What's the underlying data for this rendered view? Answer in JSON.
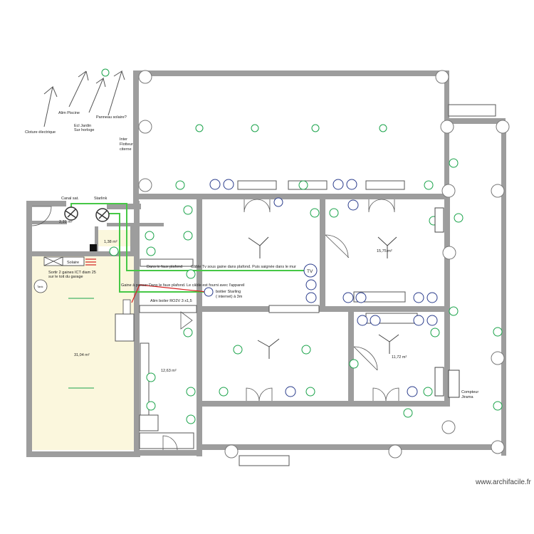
{
  "plan": {
    "annotations": {
      "cloture": "Cloture électrique",
      "alim_piscine": "Alim Piscine",
      "ecl_jardin": "Ecl Jardin",
      "sur_horloge": "Sur horloge",
      "panneau_solaire": "Panneau solaire?",
      "inter": "Inter",
      "flotteur": "Flotteur",
      "citerne": "citerne",
      "canal_sat": "Canal sat.",
      "starlink": "Starlink",
      "solaire": "Solaire",
      "sortir_1": "Sortir 2 gaines ICT diam 25",
      "sortir_2": "sur le toit du garage",
      "faux_plafond": "Dans le faux plafond",
      "cable_tv": "Câble Tv sous gaine dans plafond. Puis saignée dans le mur",
      "tv": "TV",
      "gaine": "Gaine à passer Dans le faux plafond. Le câble est fourni avec l'appareil",
      "boitier_1": "boitier Starling",
      "boitier_2": "( internet) à 3m",
      "alim_boiler": "Alim boiler RO2V 3 x1,5",
      "compteur_1": "Compteur",
      "compteur_2": "Jirama",
      "tank": "Tank"
    },
    "areas": {
      "a1": "2,31 m²",
      "a2": "1,38 m²",
      "a3": "31,04 m²",
      "a4": "12,63 m²",
      "a5": "15,75 m²",
      "a6": "11,72 m²"
    },
    "colors": {
      "wall": "#9d9d9d",
      "garage_fill": "#fbf7dd",
      "cable": "#46c846",
      "fixture": "#1aa34a",
      "outlet": "#2a3c8c",
      "red": "#d62020"
    }
  },
  "watermark": "www.archifacile.fr"
}
